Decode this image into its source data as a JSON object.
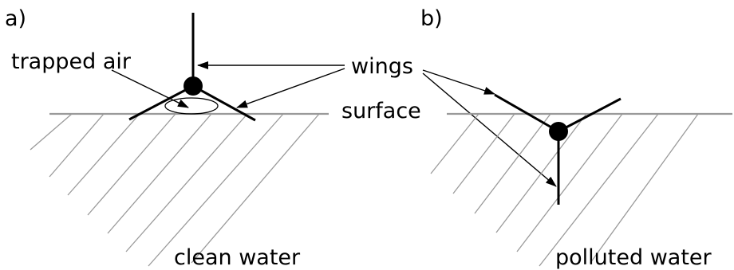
{
  "panel_a": {
    "label": "a)",
    "trapped_air_label": "trapped air",
    "bottom_label": "clean water"
  },
  "panel_b": {
    "label": "b)",
    "bottom_label": "polluted water"
  },
  "wings_label": "wings",
  "surface_label": "surface",
  "colors": {
    "ink": "#000000",
    "water_lines": "#9a9a9a"
  }
}
